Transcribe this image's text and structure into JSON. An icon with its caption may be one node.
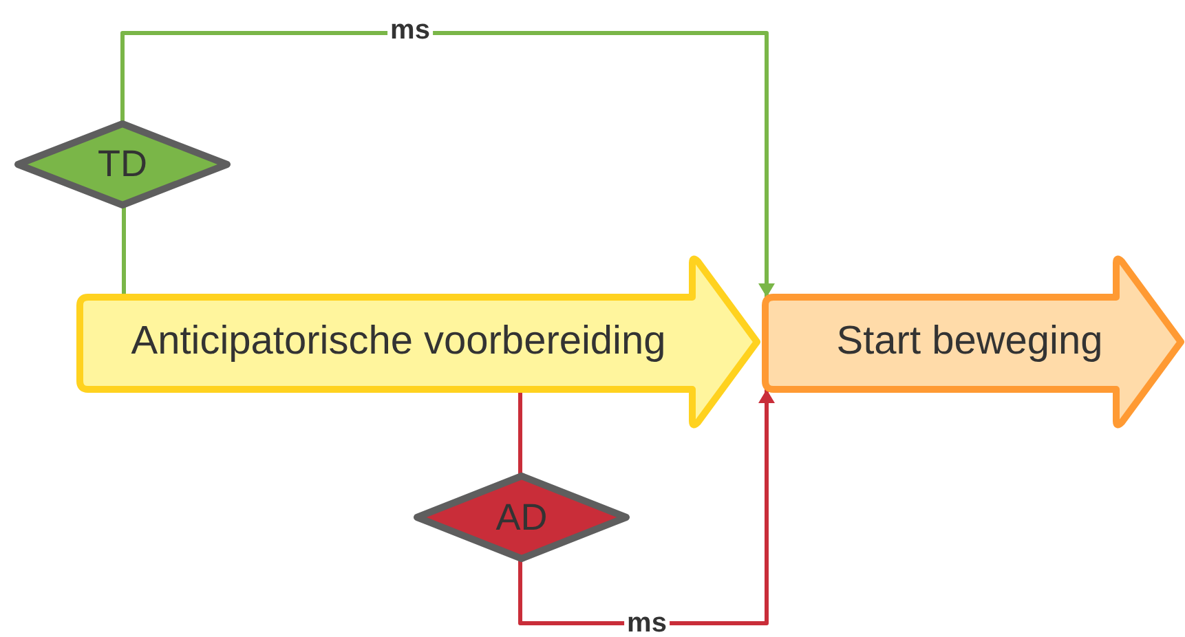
{
  "diagram": {
    "nodes": [
      {
        "text": [
          "Anticipatorische voorbereiding"
        ]
      },
      {
        "text": [
          "Start beweging"
        ]
      },
      {
        "text": [
          "TD"
        ]
      },
      {
        "text": [
          "AD"
        ]
      }
    ],
    "edges": [
      {
        "from": 0,
        "to": 2,
        "arrow": "none",
        "color": "#7ab648"
      },
      {
        "from": 2,
        "to": 1,
        "arrow": "to",
        "label": "ms",
        "color": "#7ab648"
      },
      {
        "from": 0,
        "to": 3,
        "arrow": "none",
        "color": "#c92d39"
      },
      {
        "from": 3,
        "to": 1,
        "arrow": "to",
        "label": "ms",
        "color": "#c92d39"
      }
    ]
  }
}
